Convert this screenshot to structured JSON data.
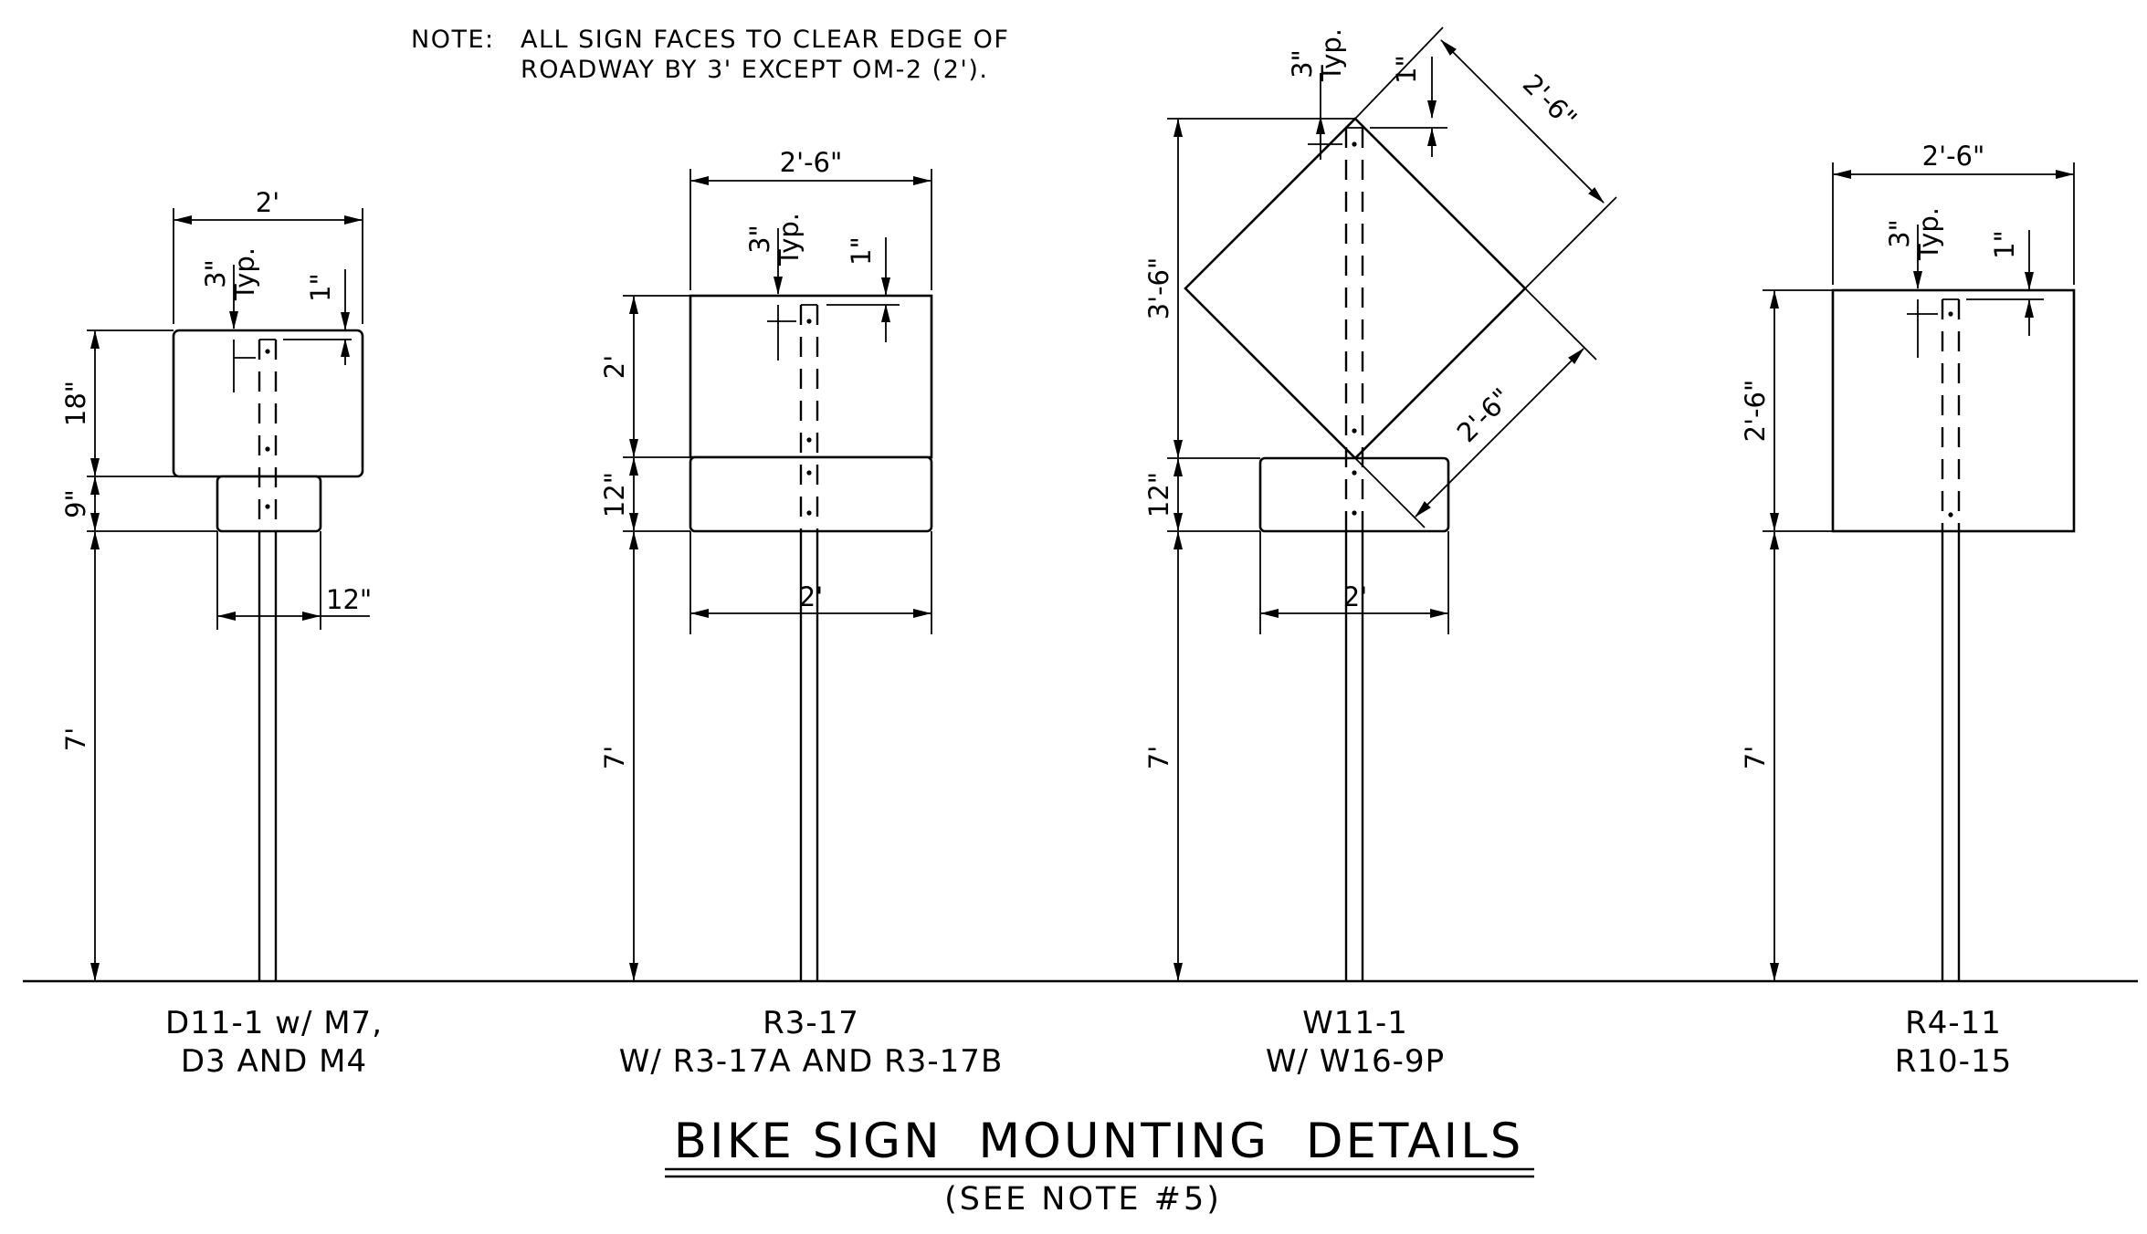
{
  "note": {
    "prefix": "NOTE:",
    "line1": "ALL SIGN FACES TO CLEAR EDGE OF",
    "line2": "ROADWAY BY 3' EXCEPT OM-2 (2')."
  },
  "common": {
    "typ_top": "3\"",
    "typ_bottom": "Typ.",
    "one_inch": "1\"",
    "seven_ft": "7'"
  },
  "signs": [
    {
      "width_dim": "2'",
      "height_dim": "18\"",
      "plaque_height_dim": "9\"",
      "plaque_width_dim": "12\"",
      "label_line1": "D11-1 w/ M7,",
      "label_line2": "D3 AND M4"
    },
    {
      "width_dim": "2'-6\"",
      "height_dim": "2'",
      "plaque_height_dim": "12\"",
      "plaque_width_dim": "2'",
      "label_line1": "R3-17",
      "label_line2": "W/ R3-17A AND R3-17B"
    },
    {
      "side_dim_upper": "2'-6\"",
      "side_dim_lower": "2'-6\"",
      "height_dim": "3'-6\"",
      "plaque_height_dim": "12\"",
      "plaque_width_dim": "2'",
      "label_line1": "W11-1",
      "label_line2": "W/ W16-9P"
    },
    {
      "width_dim": "2'-6\"",
      "height_dim": "2'-6\"",
      "label_line1": "R4-11",
      "label_line2": "R10-15"
    }
  ],
  "title": "BIKE SIGN  MOUNTING  DETAILS",
  "subtitle": "(SEE NOTE #5)"
}
